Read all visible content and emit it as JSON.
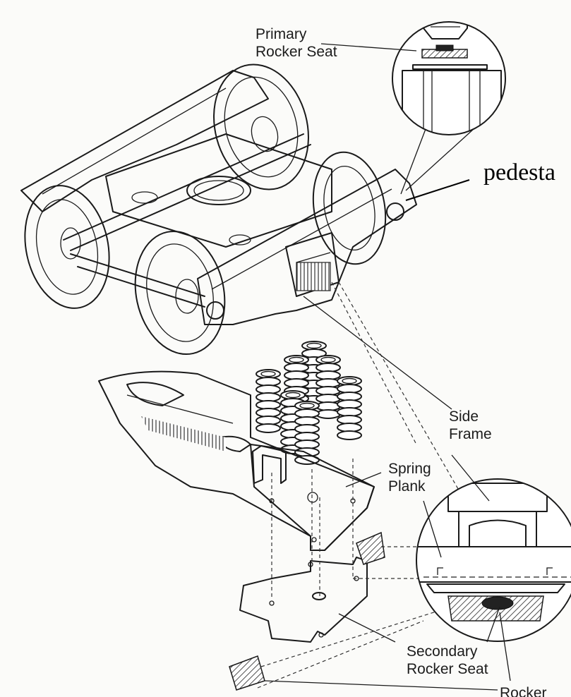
{
  "labels": {
    "primary_rocker_seat": [
      "Primary",
      "Rocker Seat"
    ],
    "pedestal": "pedesta",
    "side_frame": [
      "Side",
      "Frame"
    ],
    "spring_plank": [
      "Spring",
      "Plank"
    ],
    "secondary_rocker_seat": [
      "Secondary",
      "Rocker Seat"
    ],
    "rocker": "Rocker"
  }
}
